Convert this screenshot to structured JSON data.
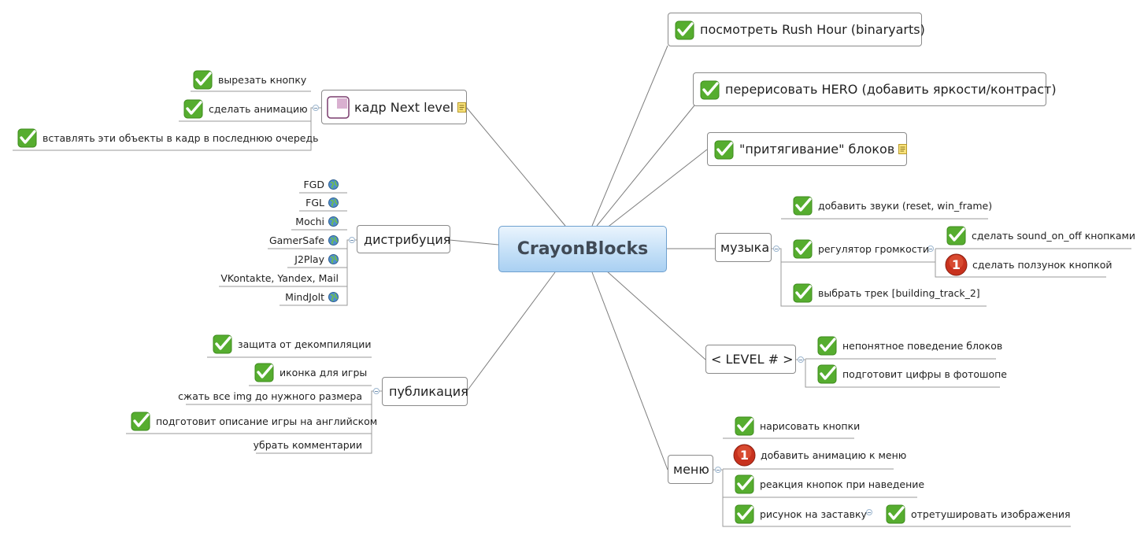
{
  "central": "CrayonBlocks",
  "top_right": {
    "rush_hour": "посмотреть Rush Hour (binaryarts)",
    "hero": "перерисовать HERO (добавить яркости/контраст)",
    "attraction": "\"притягивание\" блоков"
  },
  "kadr": {
    "label": "кадр Next level",
    "items": [
      "вырезать кнопку",
      "сделать анимацию",
      "вставлять эти объекты в кадр в последнюю очередь"
    ]
  },
  "distribution": {
    "label": "дистрибуция",
    "items": [
      "FGD",
      "FGL",
      "Mochi",
      "GamerSafe",
      "J2Play",
      "VKontakte, Yandex, Mail",
      "MindJolt"
    ]
  },
  "publication": {
    "label": "публикация",
    "items": [
      "защита от декомпиляции",
      "иконка для игры",
      "сжать все img до нужного размера",
      "подготовит описание игры на английском",
      "убрать комментарии"
    ]
  },
  "music": {
    "label": "музыка",
    "items": [
      "добавить звуки (reset, win_frame)",
      "регулятор громкости",
      "выбрать трек [building_track_2]"
    ],
    "volume_sub": [
      "сделать sound_on_off кнопками",
      "сделать ползунок кнопкой"
    ]
  },
  "level": {
    "label": "< LEVEL # >",
    "items": [
      "непонятное поведение блоков",
      "подготовит цифры в фотошопе"
    ]
  },
  "menu": {
    "label": "меню",
    "items": [
      "нарисовать кнопки",
      "добавить анимацию к меню",
      "реакция кнопок при наведение",
      "рисунок на заставку"
    ],
    "splash_sub": "отретушировать изображения"
  },
  "icons": {
    "done": "check-icon",
    "priority": "priority-1-icon",
    "note": "note-icon",
    "web": "globe-icon",
    "image": "image-icon",
    "priority_number": "1"
  },
  "colors": {
    "central_fill": "#b3d6f5",
    "line": "#7a7a7a",
    "check_green": "#56ad2f",
    "priority_red": "#c8321e"
  }
}
